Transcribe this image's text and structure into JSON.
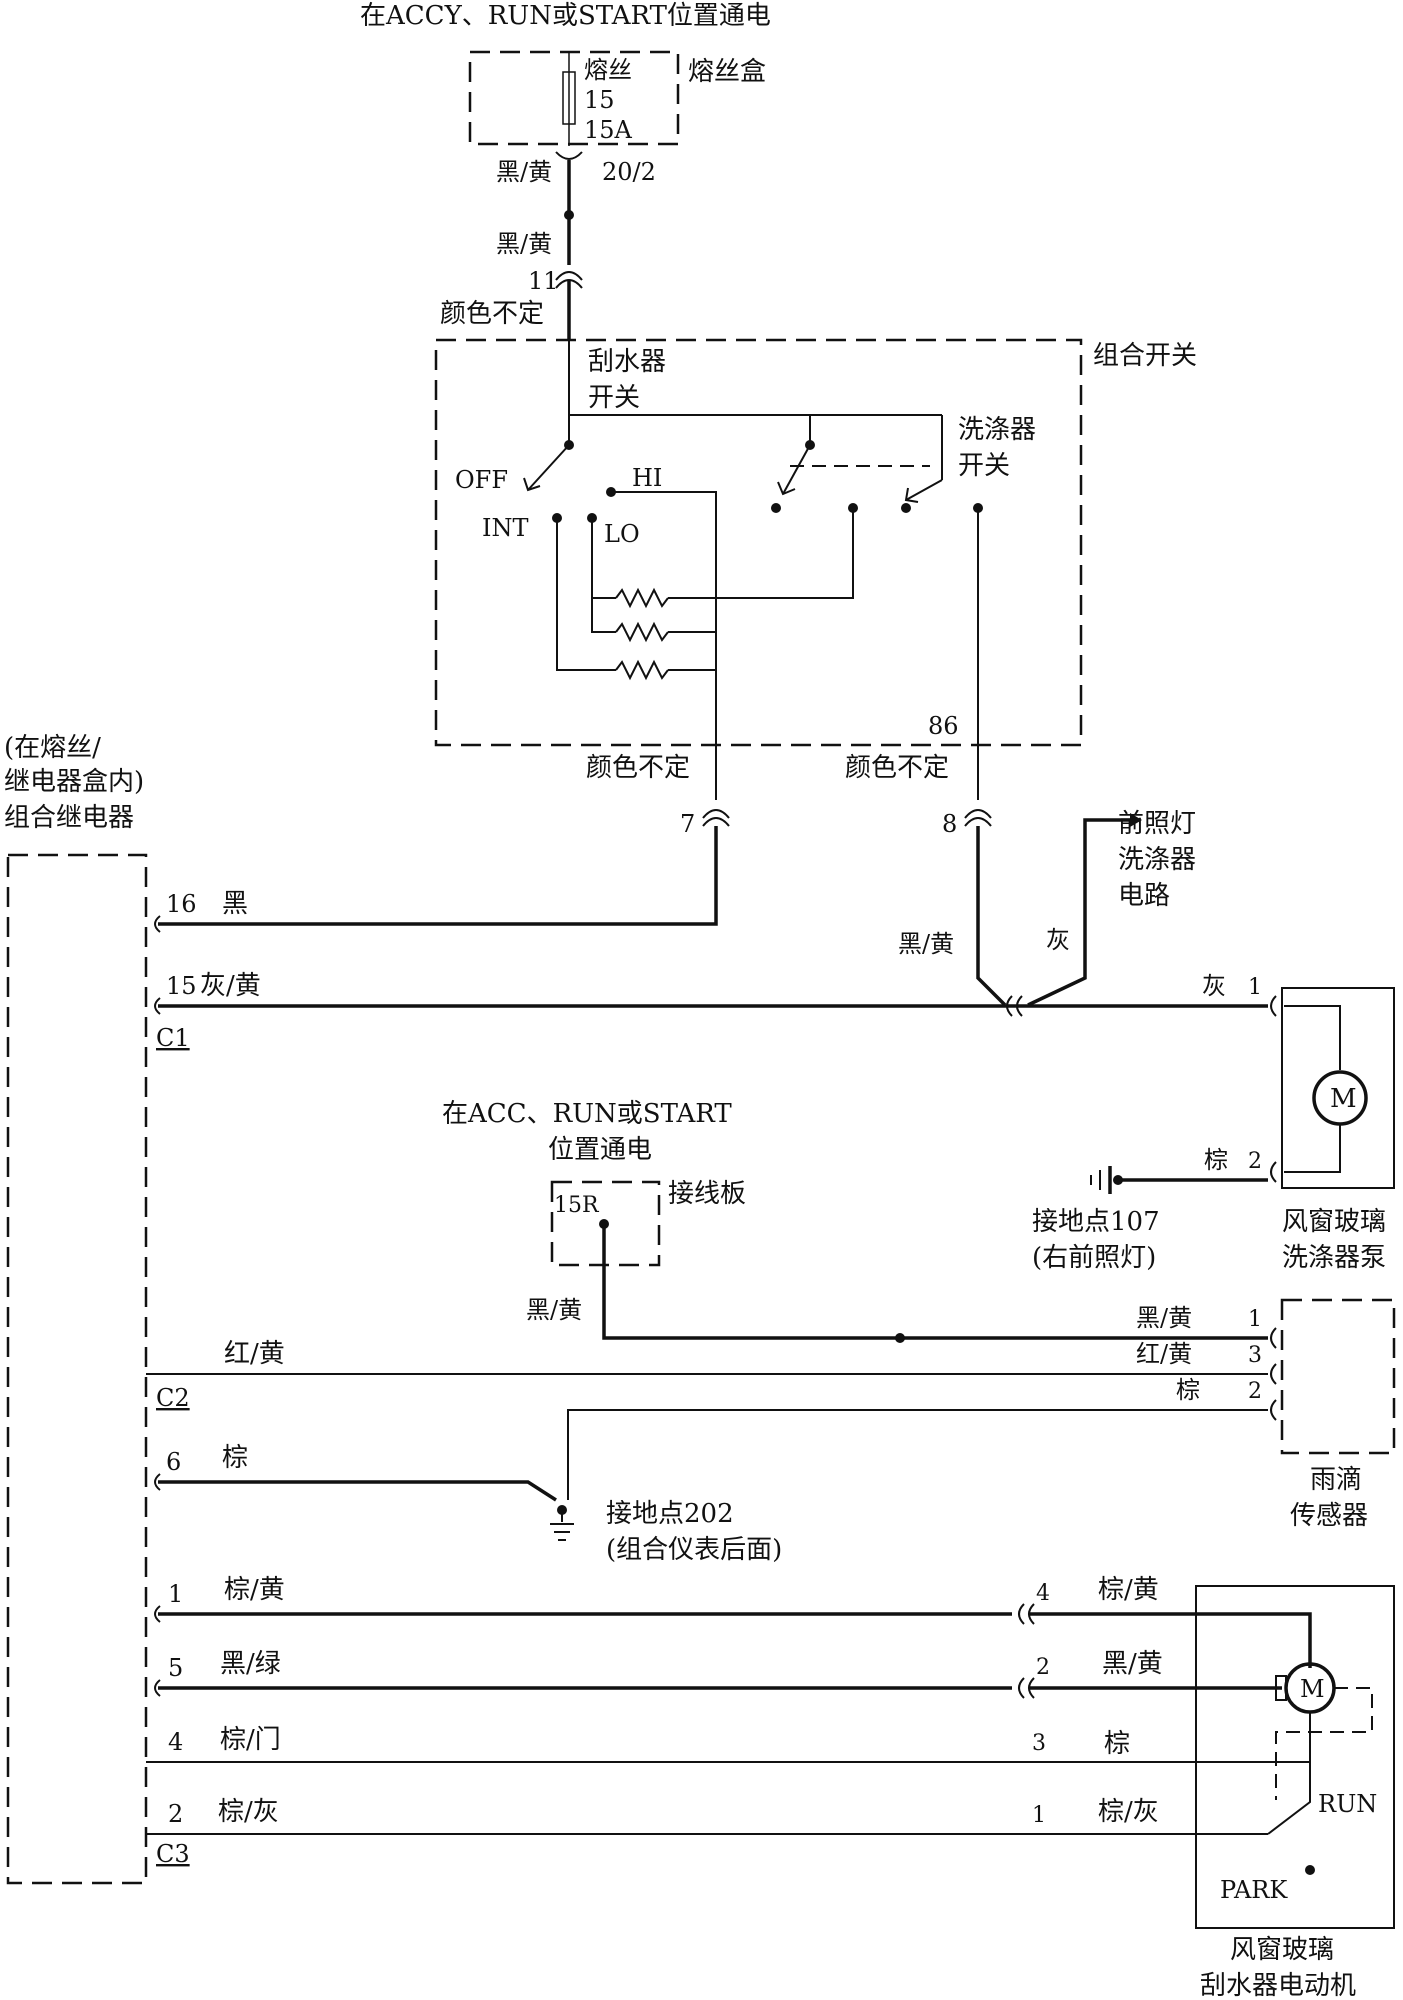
{
  "labels": {
    "power_top": "在ACCY、RUN或START位置通电",
    "fuse_name": "熔丝",
    "fuse_num": "15",
    "fuse_amp": "15A",
    "fuse_box": "熔丝盒",
    "wire_bk_yel_1": "黑/黄",
    "conn_20_2": "20/2",
    "wire_bk_yel_2": "黑/黄",
    "pin_11": "11",
    "color_var_1": "颜色不定",
    "wiper_sw_1": "刮水器",
    "wiper_sw_2": "开关",
    "combo_switch": "组合开关",
    "washer_sw_1": "洗涤器",
    "washer_sw_2": "开关",
    "off": "OFF",
    "hi": "HI",
    "int": "INT",
    "lo": "LO",
    "pin_86": "86",
    "color_var_2": "颜色不定",
    "color_var_3": "颜色不定",
    "pin_7": "7",
    "pin_8": "8",
    "relay_1": "(在熔丝/",
    "relay_2": "继电器盒内)",
    "relay_3": "组合继电器",
    "head_washer_1": "前照灯",
    "head_washer_2": "洗涤器",
    "head_washer_3": "电路",
    "c1_16_pin": "16",
    "c1_16_wire": "黑",
    "bk_yel_3": "黑/黄",
    "gray_1": "灰",
    "c1_15_pin": "15",
    "c1_15_wire": "灰/黄",
    "gray_2": "灰",
    "pump_pin_1": "1",
    "c1": "C1",
    "brown_pump": "棕",
    "pump_pin_2": "2",
    "ground_107_1": "接地点107",
    "ground_107_2": "(右前照灯)",
    "washer_pump_1": "风窗玻璃",
    "washer_pump_2": "洗涤器泵",
    "power_mid_1": "在ACC、RUN或START",
    "power_mid_2": "位置通电",
    "terminal_15r": "15R",
    "junction_board": "接线板",
    "bk_yel_4": "黑/黄",
    "rs_bk_yel": "黑/黄",
    "rs_pin_1": "1",
    "c2_wire": "红/黄",
    "rs_red_yel": "红/黄",
    "rs_pin_3": "3",
    "c2": "C2",
    "rs_brown": "棕",
    "rs_pin_2": "2",
    "c2_6_pin": "6",
    "c2_6_wire": "棕",
    "ground_202_1": "接地点202",
    "ground_202_2": "(组合仪表后面)",
    "rain_1": "雨滴",
    "rain_2": "传感器",
    "c3_1_pin": "1",
    "c3_1_wire": "棕/黄",
    "m_pin_4": "4",
    "m_4_wire": "棕/黄",
    "c3_5_pin": "5",
    "c3_5_wire": "黑/绿",
    "m_pin_2": "2",
    "m_2_wire": "黑/黄",
    "c3_4_pin": "4",
    "c3_4_wire": "棕/门",
    "m_pin_3": "3",
    "m_3_wire": "棕",
    "c3_2_pin": "2",
    "c3_2_wire": "棕/灰",
    "m_pin_1": "1",
    "m_1_wire": "棕/灰",
    "c3": "C3",
    "run": "RUN",
    "park": "PARK",
    "motor_letter_1": "M",
    "motor_letter_2": "M",
    "wiper_motor_1": "风窗玻璃",
    "wiper_motor_2": "刮水器电动机"
  }
}
